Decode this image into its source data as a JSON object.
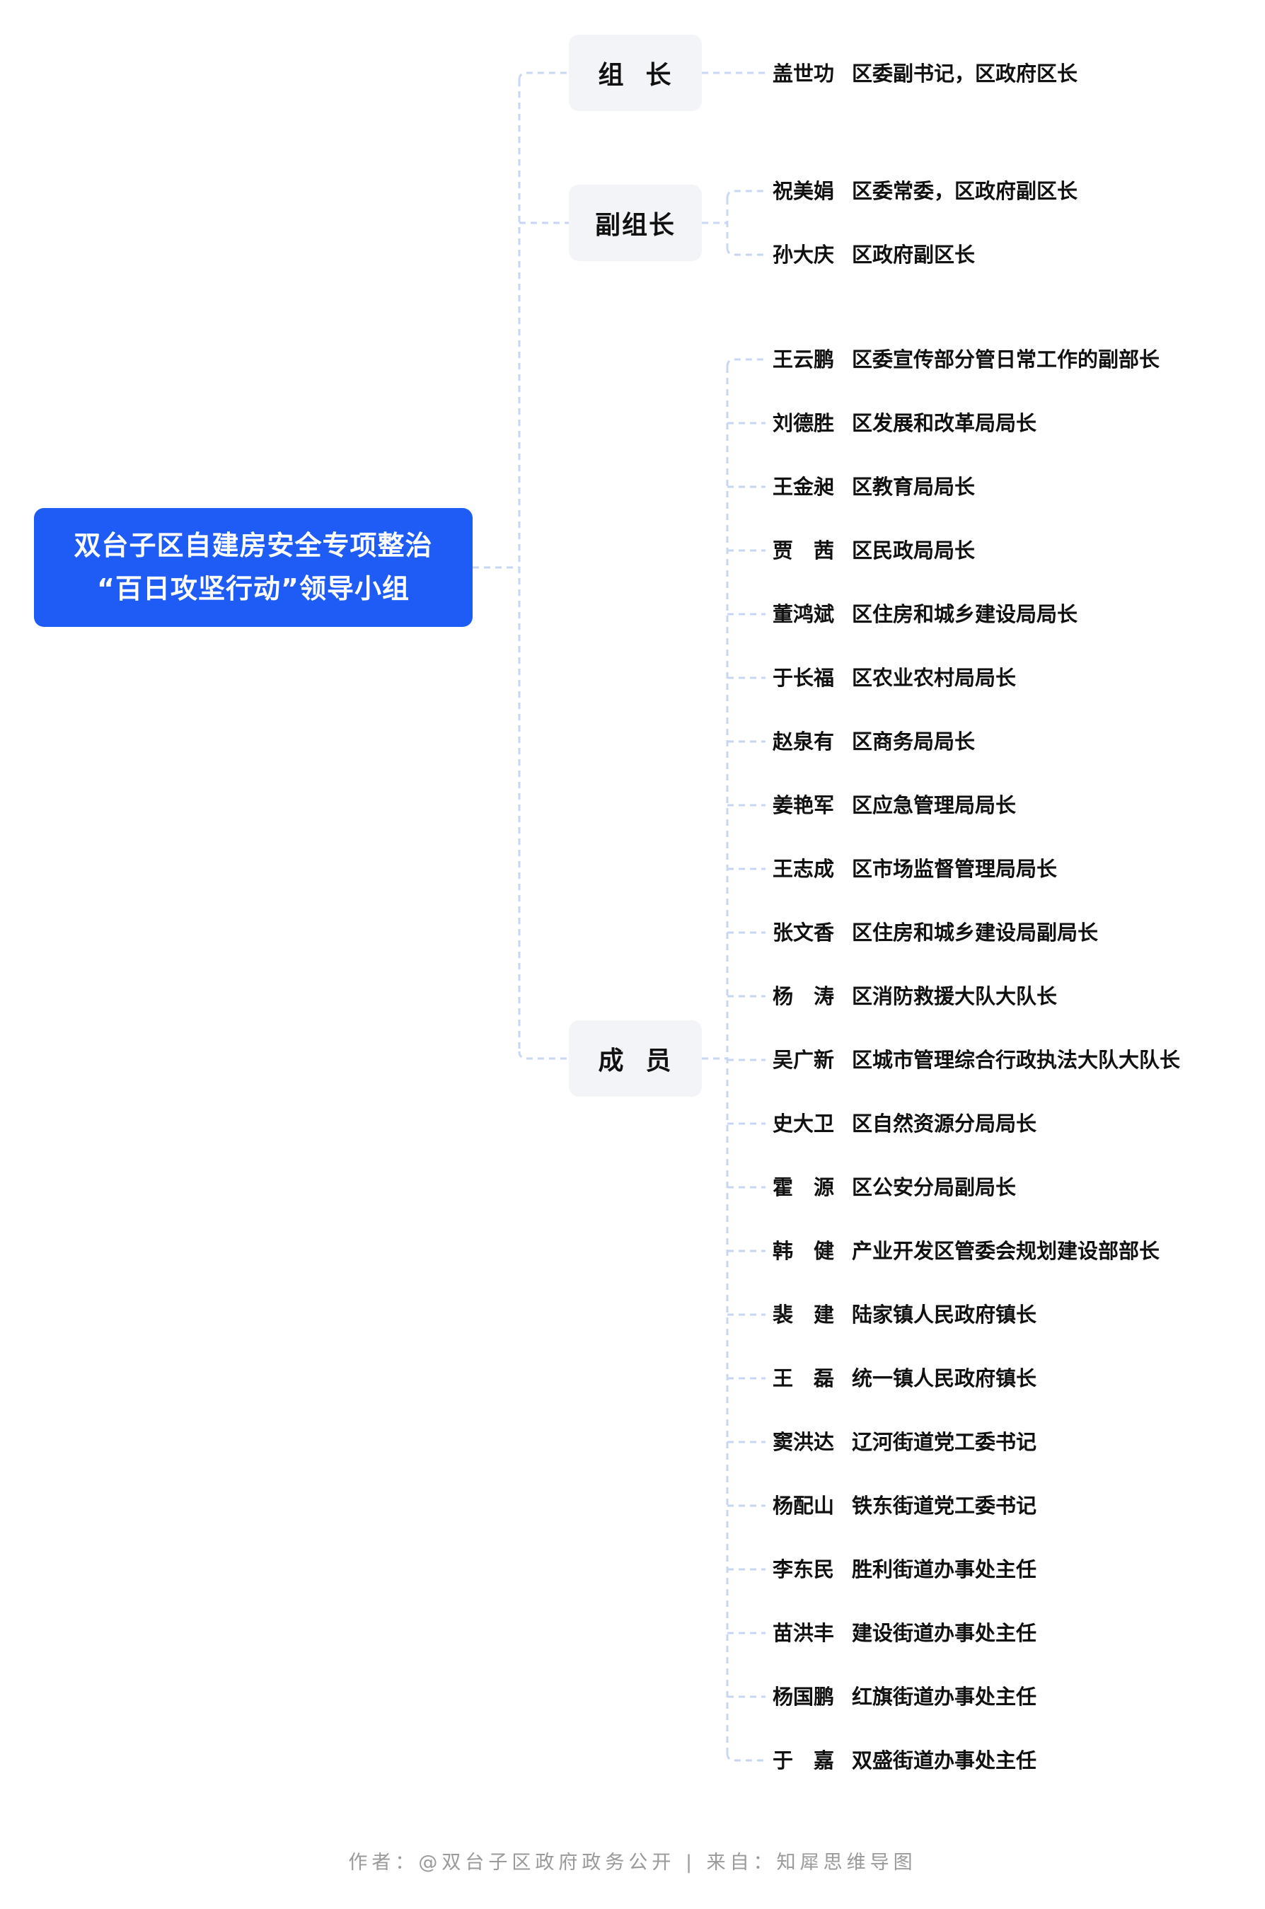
{
  "root": {
    "line1": "双台子区自建房安全专项整治",
    "line2": "“百日攻坚行动”领导小组"
  },
  "groups": [
    {
      "label": "组  长",
      "members": [
        {
          "name": "盖世功",
          "role": "区委副书记，区政府区长"
        }
      ]
    },
    {
      "label": "副组长",
      "members": [
        {
          "name": "祝美娟",
          "role": "区委常委，区政府副区长"
        },
        {
          "name": "孙大庆",
          "role": "区政府副区长"
        }
      ]
    },
    {
      "label": "成  员",
      "members": [
        {
          "name": "王云鹏",
          "role": "区委宣传部分管日常工作的副部长"
        },
        {
          "name": "刘德胜",
          "role": "区发展和改革局局长"
        },
        {
          "name": "王金昶",
          "role": "区教育局局长"
        },
        {
          "name": "贾　茜",
          "role": "区民政局局长"
        },
        {
          "name": "董鸿斌",
          "role": "区住房和城乡建设局局长"
        },
        {
          "name": "于长福",
          "role": "区农业农村局局长"
        },
        {
          "name": "赵泉有",
          "role": "区商务局局长"
        },
        {
          "name": "姜艳军",
          "role": "区应急管理局局长"
        },
        {
          "name": "王志成",
          "role": "区市场监督管理局局长"
        },
        {
          "name": "张文香",
          "role": "区住房和城乡建设局副局长"
        },
        {
          "name": "杨　涛",
          "role": "区消防救援大队大队长"
        },
        {
          "name": "吴广新",
          "role": "区城市管理综合行政执法大队大队长"
        },
        {
          "name": "史大卫",
          "role": "区自然资源分局局长"
        },
        {
          "name": "霍　源",
          "role": "区公安分局副局长"
        },
        {
          "name": "韩　健",
          "role": "产业开发区管委会规划建设部部长"
        },
        {
          "name": "裴　建",
          "role": "陆家镇人民政府镇长"
        },
        {
          "name": "王　磊",
          "role": "统一镇人民政府镇长"
        },
        {
          "name": "窦洪达",
          "role": "辽河街道党工委书记"
        },
        {
          "name": "杨配山",
          "role": "铁东街道党工委书记"
        },
        {
          "name": "李东民",
          "role": "胜利街道办事处主任"
        },
        {
          "name": "苗洪丰",
          "role": "建设街道办事处主任"
        },
        {
          "name": "杨国鹏",
          "role": "红旗街道办事处主任"
        },
        {
          "name": "于　嘉",
          "role": "双盛街道办事处主任"
        }
      ]
    }
  ],
  "footer": "作者：@双台子区政府政务公开  |  来自：知犀思维导图",
  "colors": {
    "root_bg": "#1e5cf5",
    "category_bg": "#f3f4f7",
    "connector": "#c9d7f2",
    "footer_text": "#9a9a9a"
  }
}
